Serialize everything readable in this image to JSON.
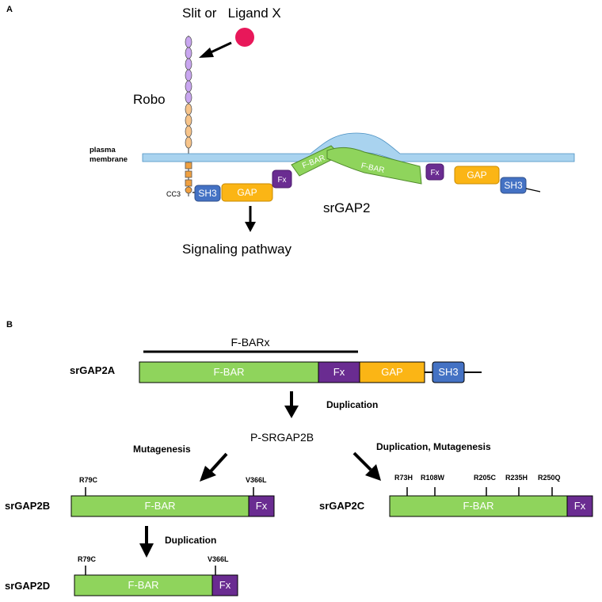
{
  "panel_a": {
    "letter": "A",
    "ligand_label": "Slit or   Ligand X",
    "receptor_label": "Robo",
    "membrane_label_line1": "plasma",
    "membrane_label_line2": "membrane",
    "cc3_label": "CC3",
    "protein_label": "srGAP2",
    "pathway_label": "Signaling pathway",
    "domains_left": {
      "sh3": "SH3",
      "gap": "GAP",
      "fx": "Fx",
      "fbar": "F-BAR"
    },
    "domains_right": {
      "fbar": "F-BAR",
      "fx": "Fx",
      "gap": "GAP",
      "sh3": "SH3"
    }
  },
  "panel_b": {
    "letter": "B",
    "fbarx_label": "F-BARx",
    "srgap2a": {
      "name": "srGAP2A",
      "fbar": "F-BAR",
      "fx": "Fx",
      "gap": "GAP",
      "sh3": "SH3"
    },
    "step1_label": "Duplication",
    "p_srgap2b": "P-SRGAP2B",
    "left_branch_label": "Mutagenesis",
    "right_branch_label": "Duplication, Mutagenesis",
    "srgap2b": {
      "name": "srGAP2B",
      "fbar": "F-BAR",
      "fx": "Fx",
      "mutations": [
        "R79C",
        "V366L"
      ]
    },
    "srgap2c": {
      "name": "srGAP2C",
      "fbar": "F-BAR",
      "fx": "Fx",
      "mutations": [
        "R73H",
        "R108W",
        "R205C",
        "R235H",
        "R250Q"
      ]
    },
    "step2_label": "Duplication",
    "srgap2d": {
      "name": "srGAP2D",
      "fbar": "F-BAR",
      "fx": "Fx",
      "mutations": [
        "R79C",
        "V366L"
      ]
    }
  },
  "colors": {
    "fbar": "#8fd45c",
    "fx": "#6a2c91",
    "gap": "#fbb515",
    "sh3": "#4472c4",
    "membrane": "#a9d3ef",
    "ligand": "#e8185a",
    "robo_purple": "#c9a6f0",
    "robo_orange": "#f7c48a"
  }
}
